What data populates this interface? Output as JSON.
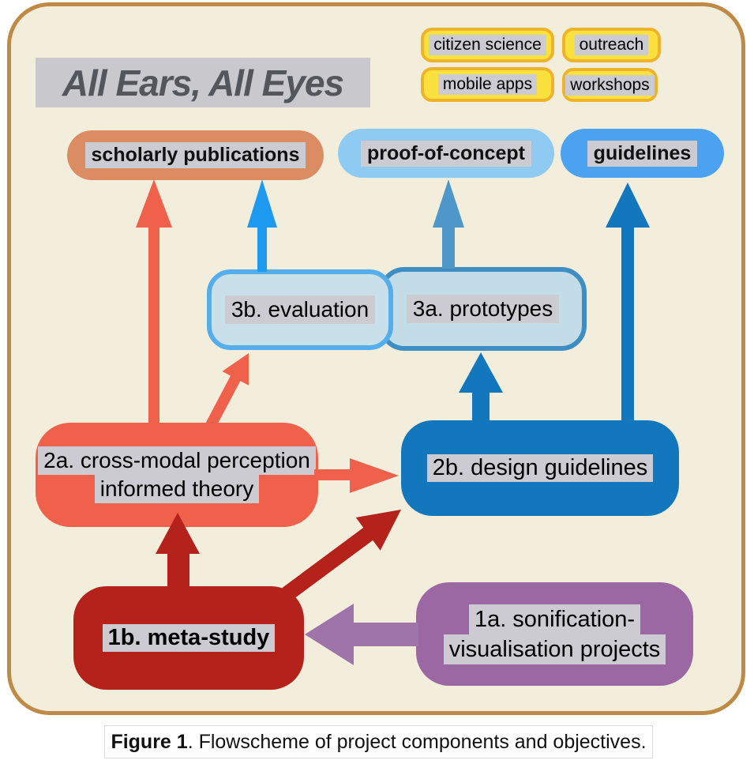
{
  "title": {
    "text": "All Ears, All Eyes"
  },
  "badges": {
    "items": [
      {
        "label": "citizen science"
      },
      {
        "label": "outreach"
      },
      {
        "label": "mobile apps"
      },
      {
        "label": "workshops"
      }
    ]
  },
  "outputs": {
    "scholarly": {
      "label": "scholarly publications"
    },
    "proof": {
      "label": "proof-of-concept"
    },
    "guidelines": {
      "label": "guidelines"
    }
  },
  "nodes": {
    "evaluation": {
      "label": "3b. evaluation"
    },
    "prototypes": {
      "label": "3a. prototypes"
    },
    "theory": {
      "line1": "2a. cross-modal perception",
      "line2": "informed theory"
    },
    "design": {
      "label": "2b. design guidelines"
    },
    "meta": {
      "label": "1b. meta-study"
    },
    "sonification": {
      "line1": "1a. sonification-",
      "line2": "visualisation projects"
    }
  },
  "edges": [
    {
      "from": "2a. cross-modal perception informed theory",
      "to": "scholarly publications",
      "color": "#F0614B"
    },
    {
      "from": "3b. evaluation",
      "to": "scholarly publications",
      "color": "#1E9BF0"
    },
    {
      "from": "3a. prototypes",
      "to": "proof-of-concept",
      "color": "#4E97C9"
    },
    {
      "from": "2b. design guidelines",
      "to": "guidelines",
      "color": "#1377BD"
    },
    {
      "from": "2a. cross-modal perception informed theory",
      "to": "3b. evaluation",
      "color": "#F0614B"
    },
    {
      "from": "2b. design guidelines",
      "to": "3a. prototypes",
      "color": "#1377BD"
    },
    {
      "from": "2a. cross-modal perception informed theory",
      "to": "2b. design guidelines",
      "color": "#F0614B"
    },
    {
      "from": "1b. meta-study",
      "to": "2a. cross-modal perception informed theory",
      "color": "#B5221B"
    },
    {
      "from": "1b. meta-study",
      "to": "2b. design guidelines",
      "color": "#B5221B"
    },
    {
      "from": "1a. sonification-visualisation projects",
      "to": "1b. meta-study",
      "color": "#9E74A9"
    }
  ],
  "caption": {
    "label": "Figure 1",
    "text": ". Flowscheme of project components and objectives."
  },
  "colors": {
    "frame_bg": "#F3EEDC",
    "frame_border": "#BE8A45",
    "highlight": "#CBCBD1",
    "title_color": "#54565C",
    "title_bg": "#C8C8CD",
    "badge_fill": "#FBE13D",
    "badge_border": "#EFB32B",
    "scholarly_pill": "#DC8C62",
    "proof_pill": "#8FCAF2",
    "guidelines_pill": "#4BA2F0",
    "evaluation_fill": "#C9DFE9",
    "evaluation_border": "#55AEEC",
    "prototypes_fill": "#C2DCE8",
    "prototypes_border": "#3F8EC3",
    "theory_fill": "#F0614B",
    "design_fill": "#1377BD",
    "meta_fill": "#B5221B",
    "sonification_fill": "#9C68A3",
    "arrow_purple": "#9E74A9",
    "arrow_bright_blue": "#1E9BF0",
    "arrow_steel_blue": "#4E97C9",
    "arrow_dark_red": "#B5221B"
  }
}
